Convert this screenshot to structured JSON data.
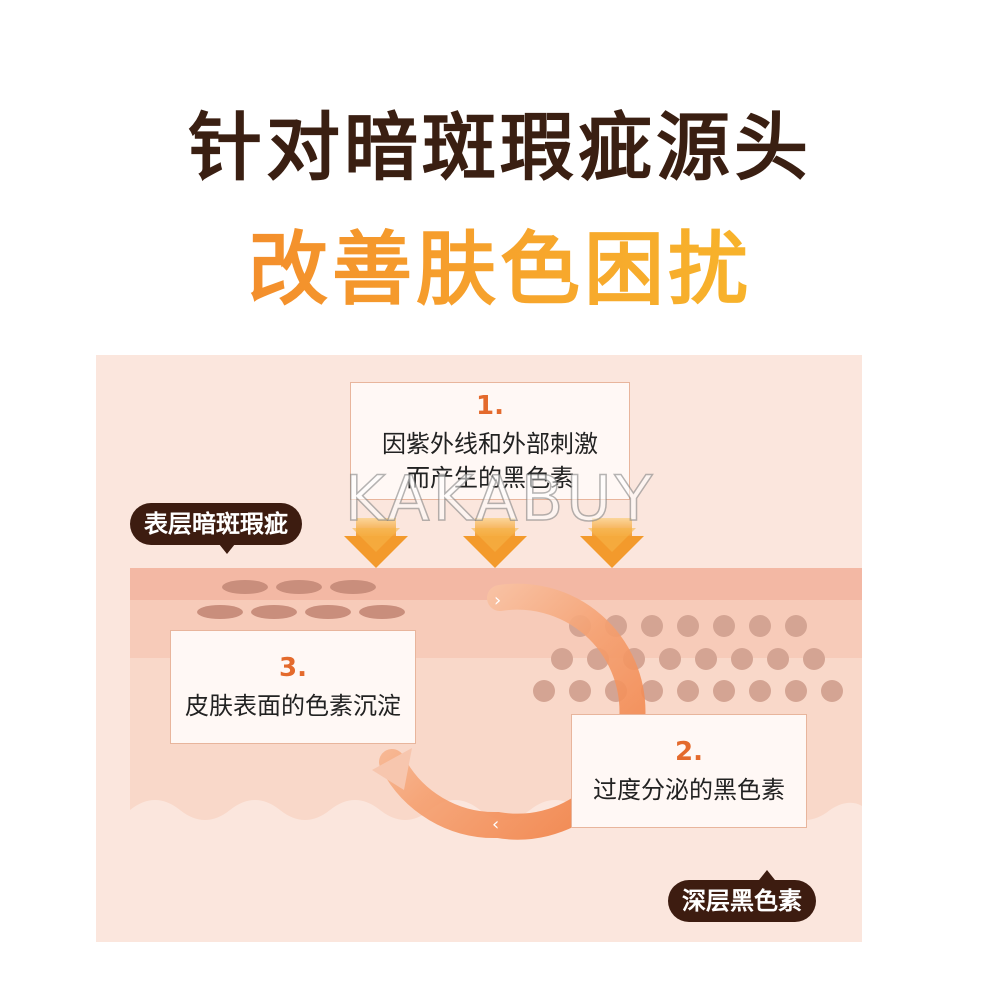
{
  "headline": {
    "line1": "针对暗斑瑕疵源头",
    "line2": "改善肤色困扰"
  },
  "callouts": {
    "step1": {
      "number": "1.",
      "line1": "因紫外线和外部刺激",
      "line2": "而产生的黑色素"
    },
    "step2": {
      "number": "2.",
      "text": "过度分泌的黑色素"
    },
    "step3": {
      "number": "3.",
      "text": "皮肤表面的色素沉淀"
    }
  },
  "tags": {
    "surface": "表层暗斑瑕疵",
    "deep": "深层黑色素"
  },
  "watermark": "KAKABUY",
  "colors": {
    "headline_dark": "#3a1f12",
    "headline_orange": "#f07a2c",
    "headline_yellow": "#f8c22a",
    "panel_bg": "#fbe6dd",
    "tag_bg": "#3d1c10",
    "accent_orange": "#e46a2c",
    "arrow_orange": "#f39a2c"
  }
}
